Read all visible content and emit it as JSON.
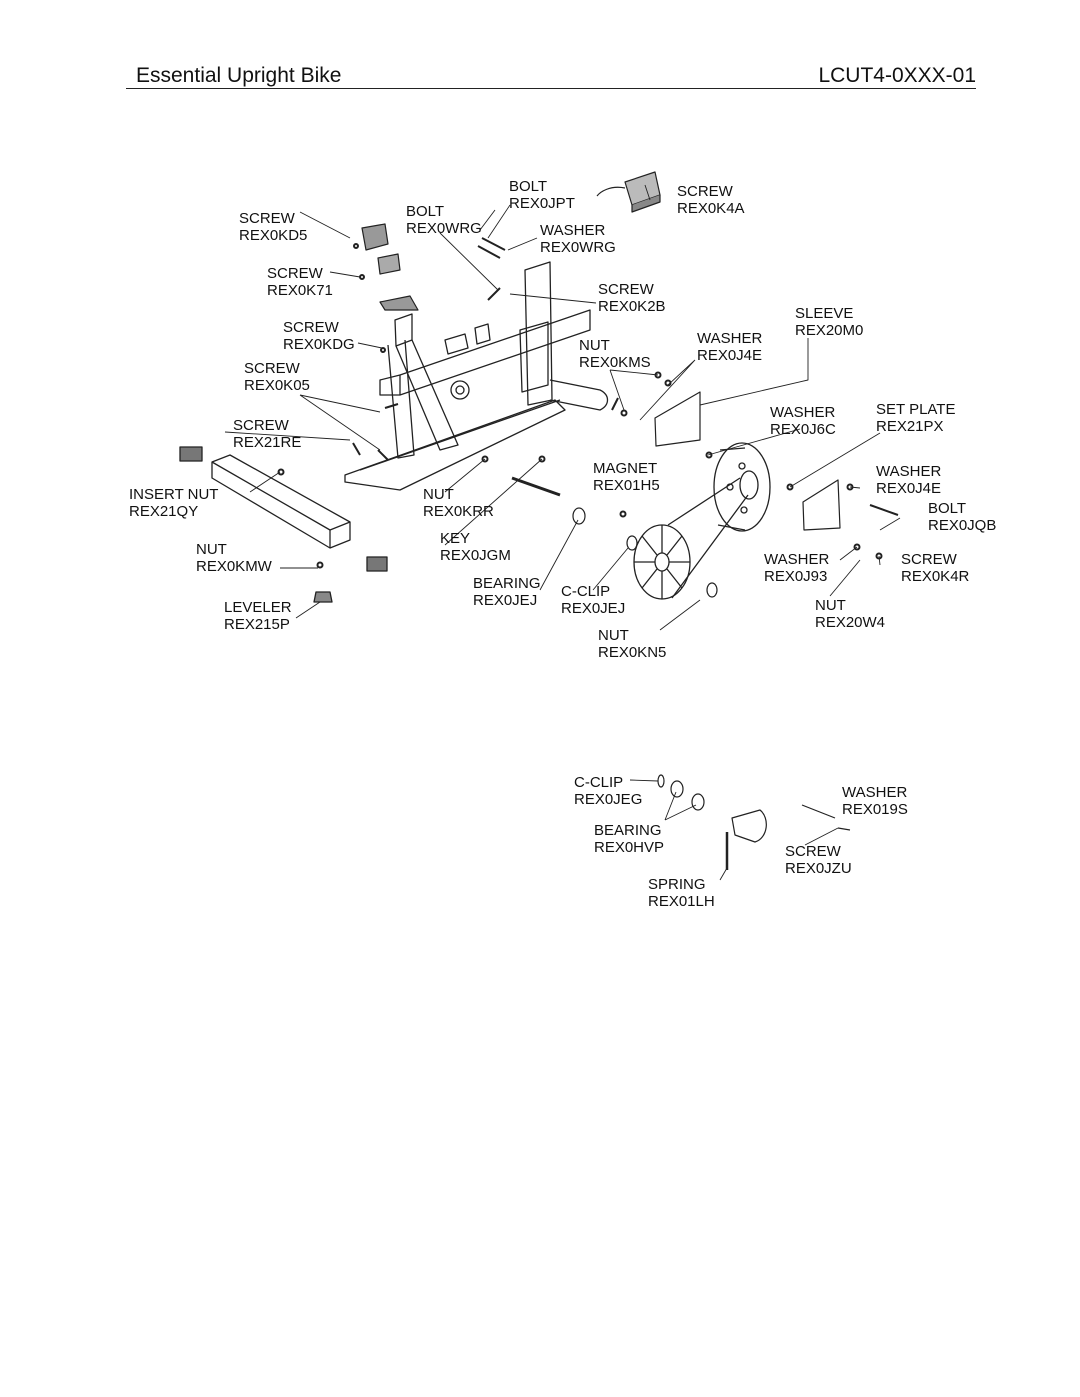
{
  "header": {
    "title": "Essential Upright Bike",
    "model": "LCUT4-0XXX-01"
  },
  "callouts": [
    {
      "name": "BOLT",
      "part": "REX0JPT"
    },
    {
      "name": "SCREW",
      "part": "REX0K4A"
    },
    {
      "name": "BOLT",
      "part": "REX0WRG"
    },
    {
      "name": "WASHER",
      "part": "REX0WRG"
    },
    {
      "name": "SCREW",
      "part": "REX0KD5"
    },
    {
      "name": "SCREW",
      "part": "REX0K71"
    },
    {
      "name": "SCREW",
      "part": "REX0K2B"
    },
    {
      "name": "SLEEVE",
      "part": "REX20M0"
    },
    {
      "name": "SCREW",
      "part": "REX0KDG"
    },
    {
      "name": "NUT",
      "part": "REX0KMS"
    },
    {
      "name": "WASHER",
      "part": "REX0J4E"
    },
    {
      "name": "SCREW",
      "part": "REX0K05"
    },
    {
      "name": "WASHER",
      "part": "REX0J6C"
    },
    {
      "name": "SET PLATE",
      "part": "REX21PX"
    },
    {
      "name": "SCREW",
      "part": "REX21RE"
    },
    {
      "name": "MAGNET",
      "part": "REX01H5"
    },
    {
      "name": "WASHER",
      "part": "REX0J4E"
    },
    {
      "name": "INSERT NUT",
      "part": "REX21QY"
    },
    {
      "name": "NUT",
      "part": "REX0KRR"
    },
    {
      "name": "BOLT",
      "part": "REX0JQB"
    },
    {
      "name": "KEY",
      "part": "REX0JGM"
    },
    {
      "name": "NUT",
      "part": "REX0KMW"
    },
    {
      "name": "WASHER",
      "part": "REX0J93"
    },
    {
      "name": "SCREW",
      "part": "REX0K4R"
    },
    {
      "name": "BEARING",
      "part": "REX0JEJ"
    },
    {
      "name": "C-CLIP",
      "part": "REX0JEJ"
    },
    {
      "name": "LEVELER",
      "part": "REX215P"
    },
    {
      "name": "NUT",
      "part": "REX20W4"
    },
    {
      "name": "NUT",
      "part": "REX0KN5"
    },
    {
      "name": "C-CLIP",
      "part": "REX0JEG"
    },
    {
      "name": "WASHER",
      "part": "REX019S"
    },
    {
      "name": "BEARING",
      "part": "REX0HVP"
    },
    {
      "name": "SCREW",
      "part": "REX0JZU"
    },
    {
      "name": "SPRING",
      "part": "REX01LH"
    }
  ]
}
